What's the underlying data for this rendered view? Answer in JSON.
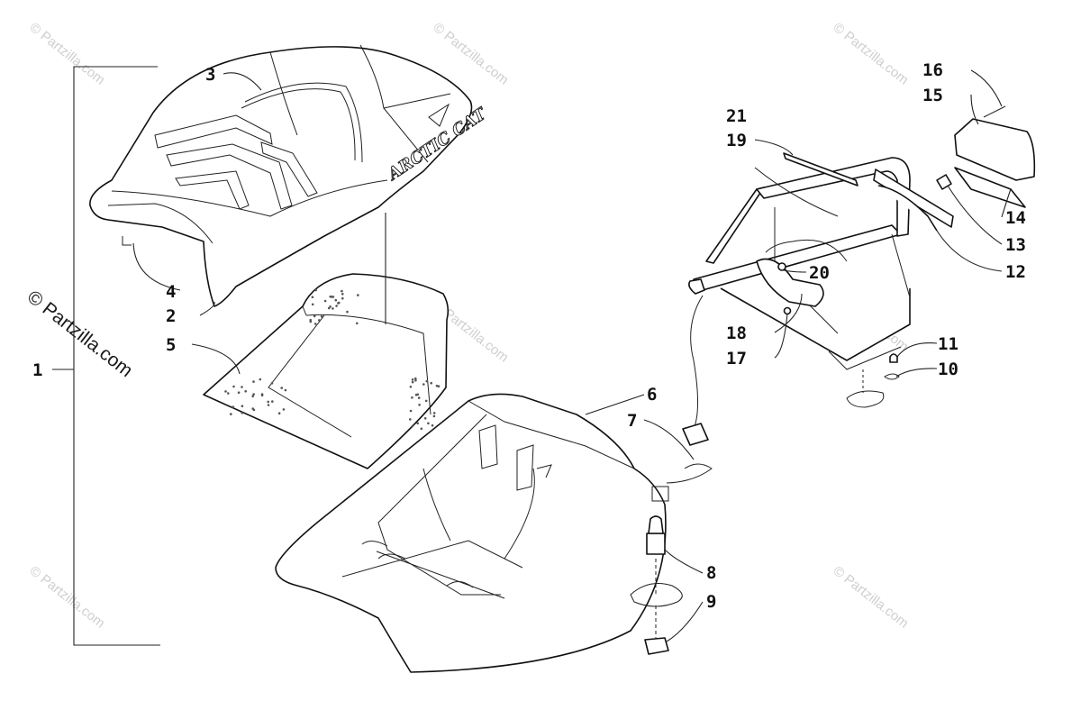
{
  "watermark": "© Partzilla.com",
  "copyright": "© Partzilla.com",
  "seat_logo": "ARCTIC CAT",
  "callouts": [
    "1",
    "2",
    "3",
    "4",
    "5",
    "6",
    "7",
    "8",
    "9",
    "10",
    "11",
    "12",
    "13",
    "14",
    "15",
    "16",
    "17",
    "18",
    "19",
    "20",
    "21"
  ]
}
